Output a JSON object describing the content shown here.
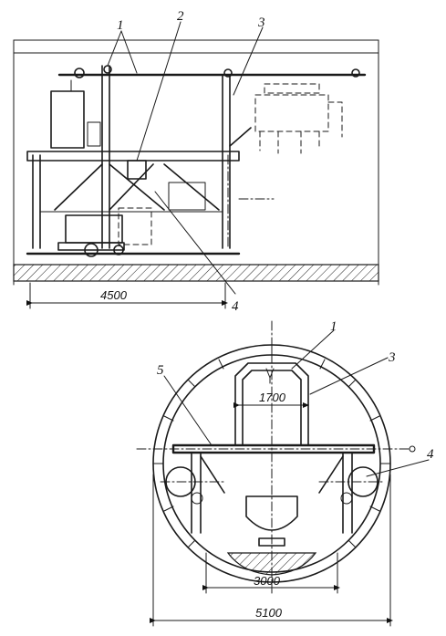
{
  "top_view": {
    "callouts": [
      "1",
      "2",
      "3",
      "4"
    ],
    "dimension": "4500"
  },
  "bottom_view": {
    "callouts": [
      "1",
      "3",
      "5",
      "4"
    ],
    "dimension_inner": "1700",
    "dimension_base": "3000",
    "dimension_outer": "5100"
  }
}
